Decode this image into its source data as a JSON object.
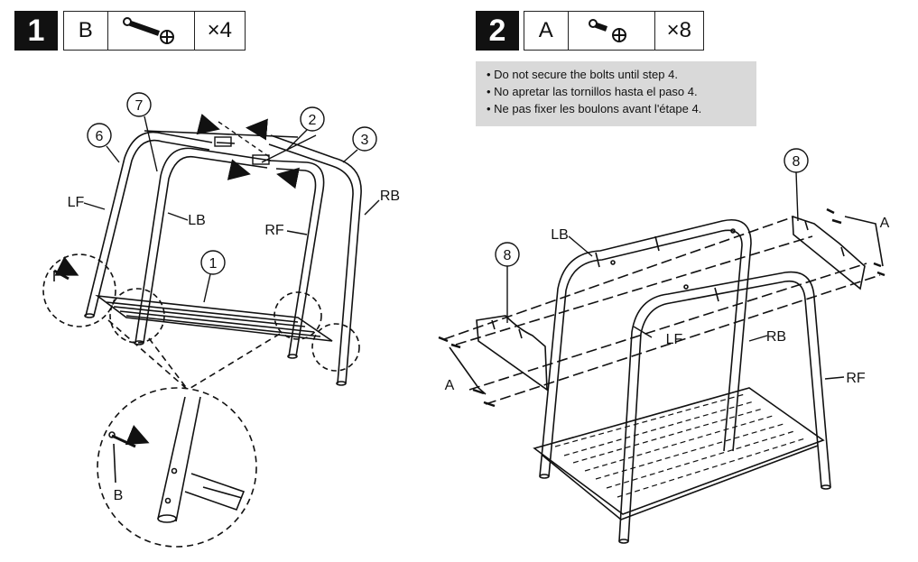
{
  "step1": {
    "number": "1",
    "part_letter": "B",
    "quantity": "×4",
    "icon": "bolt-icon"
  },
  "step2": {
    "number": "2",
    "part_letter": "A",
    "quantity": "×8",
    "icon": "short-bolt-icon"
  },
  "note": {
    "lines": [
      "• Do not secure the bolts until step 4.",
      "• No apretar las tornillos hasta el paso 4.",
      "• Ne pas fixer les boulons avant l'étape 4."
    ]
  },
  "diagram1": {
    "callouts": [
      "6",
      "7",
      "2",
      "3",
      "1"
    ],
    "labels": {
      "lf": "LF",
      "lb": "LB",
      "rf": "RF",
      "rb": "RB",
      "bolt": "B"
    }
  },
  "diagram2": {
    "callouts": [
      "8",
      "8"
    ],
    "labels": {
      "lb": "LB",
      "lf": "LF",
      "rb": "RB",
      "rf": "RF",
      "bolt_left": "A",
      "bolt_right": "A"
    }
  }
}
